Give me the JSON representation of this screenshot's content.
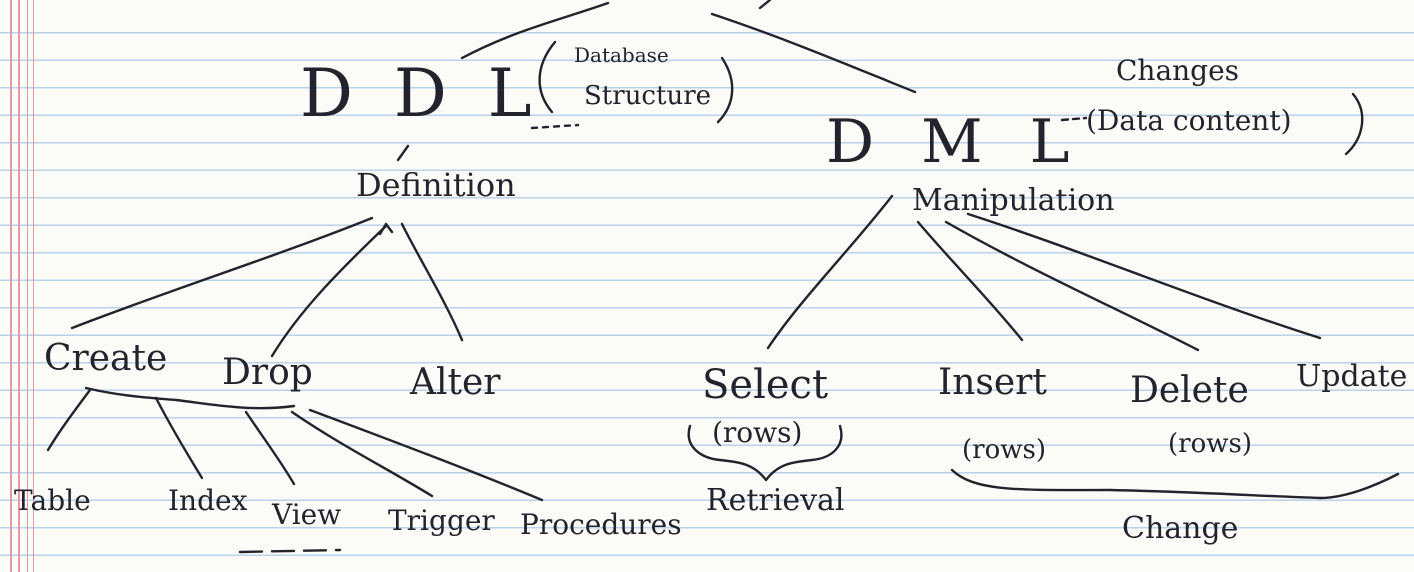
{
  "ddl": {
    "acronym": "D D L",
    "note_line1": "Database",
    "note_line2": "Structure",
    "meaning": "Definition",
    "commands": [
      "Create",
      "Drop",
      "Alter"
    ],
    "objects": [
      "Table",
      "Index",
      "View",
      "Trigger",
      "Procedures"
    ]
  },
  "dml": {
    "acronym": "D M L",
    "note_line1": "Changes",
    "note_line2": "(Data content)",
    "meaning": "Manipulation",
    "commands": [
      "Select",
      "Insert",
      "Delete",
      "Update"
    ],
    "select_note": "(rows)",
    "insert_note": "(rows)",
    "delete_note": "(rows)",
    "select_group": "Retrieval",
    "change_group": "Change"
  }
}
